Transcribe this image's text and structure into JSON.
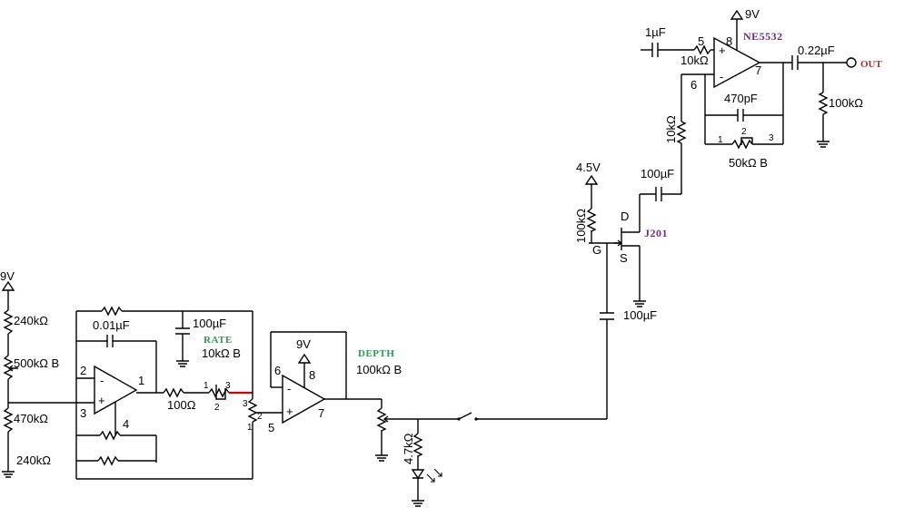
{
  "supplies": {
    "left_9v": "9V",
    "top_9v": "9V",
    "mid_9v": "9V",
    "v45": "4.5V"
  },
  "left_divider": {
    "r_top": "240kΩ",
    "pot": "500kΩ B",
    "r_mid": "470kΩ",
    "r_bottom": "240kΩ"
  },
  "lfo": {
    "cap_fb": "0.01µF",
    "cap_supply": "100µF",
    "r_out": "100Ω",
    "rate_title": "RATE",
    "rate_value": "10kΩ B",
    "pins": {
      "p2": "2",
      "p3": "3",
      "p1": "1",
      "p4": "4"
    },
    "rate_pins": {
      "a": "1",
      "b": "3",
      "c": "2"
    }
  },
  "buffer": {
    "pins": {
      "p6": "6",
      "p8": "8",
      "p7": "7",
      "p5": "5",
      "p2": "2",
      "p3": "3",
      "p1": "1"
    }
  },
  "depth": {
    "title": "DEPTH",
    "value": "100kΩ B",
    "r_led": "4.7kΩ"
  },
  "jfet": {
    "label": "J201",
    "d": "D",
    "g": "G",
    "s": "S",
    "r_gate": "100kΩ",
    "cap_drain": "100µF",
    "cap_gate": "100µF"
  },
  "output_stage": {
    "ic": "NE5532",
    "cap_in": "1µF",
    "r_in": "10kΩ",
    "r_gain": "10kΩ",
    "cap_fb": "470pF",
    "pot_fb": "50kΩ B",
    "pot_pins": {
      "p1": "1",
      "p2": "2",
      "p3": "3"
    },
    "cap_out": "0.22µF",
    "r_out": "100kΩ",
    "out_label": "OUT",
    "pins": {
      "p5": "5",
      "p8": "8",
      "p6": "6",
      "p7": "7"
    }
  }
}
